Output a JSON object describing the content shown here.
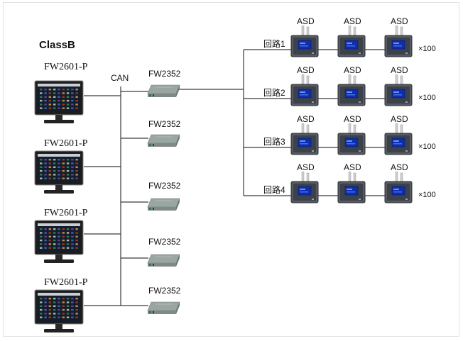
{
  "title": "ClassB",
  "bus_label": "CAN",
  "workstations": [
    "FW2601-P",
    "FW2601-P",
    "FW2601-P",
    "FW2601-P"
  ],
  "gateways": [
    "FW2352",
    "FW2352",
    "FW2352",
    "FW2352",
    "FW2352"
  ],
  "loops": [
    {
      "label": "回路1",
      "count": "×100",
      "detectors": [
        "ASD",
        "ASD",
        "ASD"
      ]
    },
    {
      "label": "回路2",
      "count": "×100",
      "detectors": [
        "ASD",
        "ASD",
        "ASD"
      ]
    },
    {
      "label": "回路3",
      "count": "×100",
      "detectors": [
        "ASD",
        "ASD",
        "ASD"
      ]
    },
    {
      "label": "回路4",
      "count": "×100",
      "detectors": [
        "ASD",
        "ASD",
        "ASD"
      ]
    }
  ]
}
